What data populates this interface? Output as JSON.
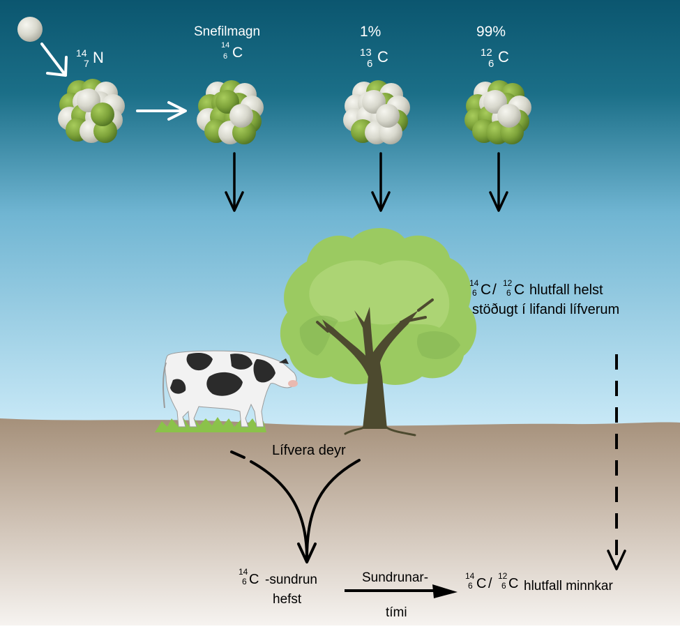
{
  "colors": {
    "sky_top": "#0a5a74",
    "sky_bottom": "#c8e8f6",
    "ground_top": "#a7927c",
    "ground_bottom": "#f5f1ee",
    "proton": "#7ea33a",
    "neutron": "#d9d9cf",
    "arrow_white": "#ffffff",
    "arrow_black": "#000000",
    "tree_canopy": "#9ccb63",
    "tree_trunk": "#4e4a30"
  },
  "labels": {
    "n14": {
      "mass": "14",
      "atomic": "7",
      "symbol": "N"
    },
    "c14_top": {
      "caption": "Snefilmagn",
      "mass": "14",
      "atomic": "6",
      "symbol": "C"
    },
    "c13_top": {
      "caption": "1%",
      "mass": "13",
      "atomic": "6",
      "symbol": "C"
    },
    "c12_top": {
      "caption": "99%",
      "mass": "12",
      "atomic": "6",
      "symbol": "C"
    },
    "ratio_living": {
      "c14_mass": "14",
      "c14_atomic": "6",
      "c14_symbol": "C",
      "slash": "/",
      "c12_mass": "12",
      "c12_atomic": "6",
      "c12_symbol": "C",
      "line1": "hlutfall helst",
      "line2": "stöðugt í lifandi lífverum"
    },
    "death": "Lífvera deyr",
    "decay_start": {
      "mass": "14",
      "atomic": "6",
      "symbol": "C",
      "line1": "-sundrun",
      "line2": "hefst"
    },
    "half_life": {
      "line1": "Sundrunar-",
      "line2": "tími"
    },
    "ratio_decrease": {
      "c14_mass": "14",
      "c14_atomic": "6",
      "c14_symbol": "C",
      "slash": "/",
      "c12_mass": "12",
      "c12_atomic": "6",
      "c12_symbol": "C",
      "text": "hlutfall minnkar"
    }
  }
}
